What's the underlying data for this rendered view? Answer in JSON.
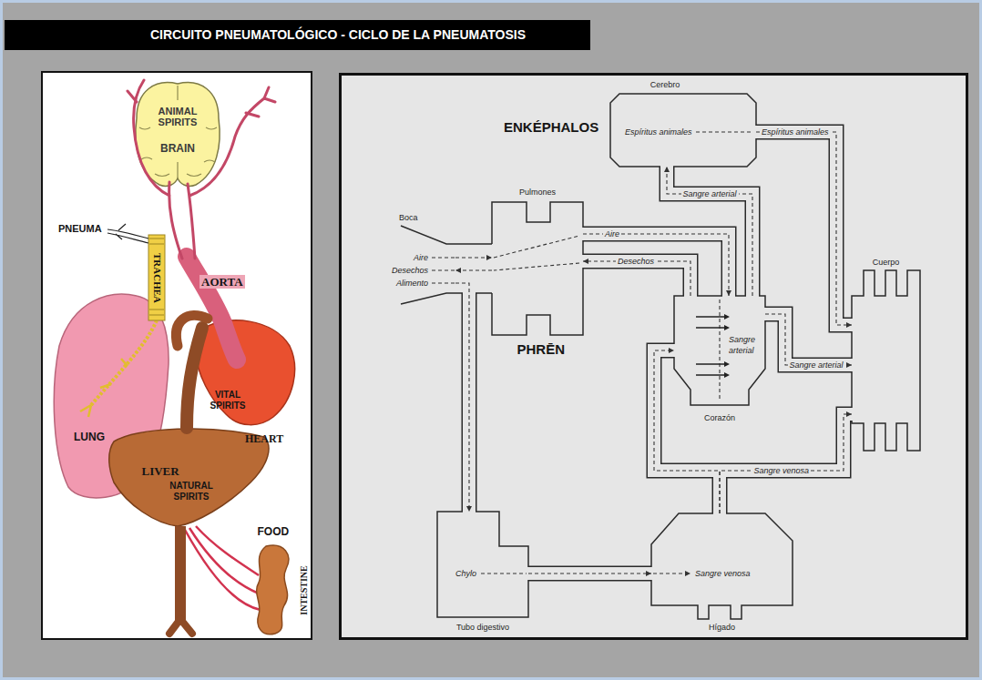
{
  "diagram": {
    "title": "CIRCUITO PNEUMATOLÓGICO - CICLO DE LA PNEUMATOSIS",
    "nodes": [
      {
        "text": [
          "Cerebro",
          "Espíritus animales"
        ]
      },
      {
        "text": [
          "Boca",
          "Aire",
          "Desechos",
          "Alimento"
        ]
      },
      {
        "text": [
          "Pulmones"
        ]
      },
      {
        "text": [
          "Sangre arterial",
          "Corazón"
        ]
      },
      {
        "text": [
          "Cuerpo"
        ]
      },
      {
        "text": [
          "Chylo",
          "Tubo digestivo"
        ]
      },
      {
        "text": [
          "Sangre venosa",
          "Hígado"
        ]
      }
    ],
    "edges": [
      {
        "from": 1,
        "to": 2,
        "arrow": "to"
      },
      {
        "from": 2,
        "to": 1,
        "arrow": "to"
      },
      {
        "from": 1,
        "to": 5,
        "arrow": "to"
      },
      {
        "from": 2,
        "to": 3,
        "label": "Aire",
        "arrow": "to"
      },
      {
        "from": 3,
        "to": 2,
        "label": "Desechos",
        "arrow": "to"
      },
      {
        "from": 3,
        "to": 0,
        "label": "Sangre arterial",
        "arrow": "to"
      },
      {
        "from": 0,
        "to": 4,
        "label": "Espíritus animales",
        "arrow": "to"
      },
      {
        "from": 3,
        "to": 4,
        "label": "Sangre arterial",
        "arrow": "to"
      },
      {
        "from": 5,
        "to": 6,
        "arrow": "to"
      },
      {
        "from": 6,
        "to": 3,
        "arrow": "to"
      },
      {
        "from": 6,
        "to": 4,
        "label": "Sangre venosa",
        "arrow": "to"
      }
    ],
    "labels": [
      "ANIMAL SPIRITS",
      "BRAIN",
      "PNEUMA",
      "TRACHEA",
      "AORTA",
      "VITAL SPIRITS",
      "LUNG",
      "HEART",
      "LIVER",
      "NATURAL SPIRITS",
      "FOOD",
      "INTESTINE",
      "ENKÉPHALOS",
      "PHRĒN"
    ]
  }
}
